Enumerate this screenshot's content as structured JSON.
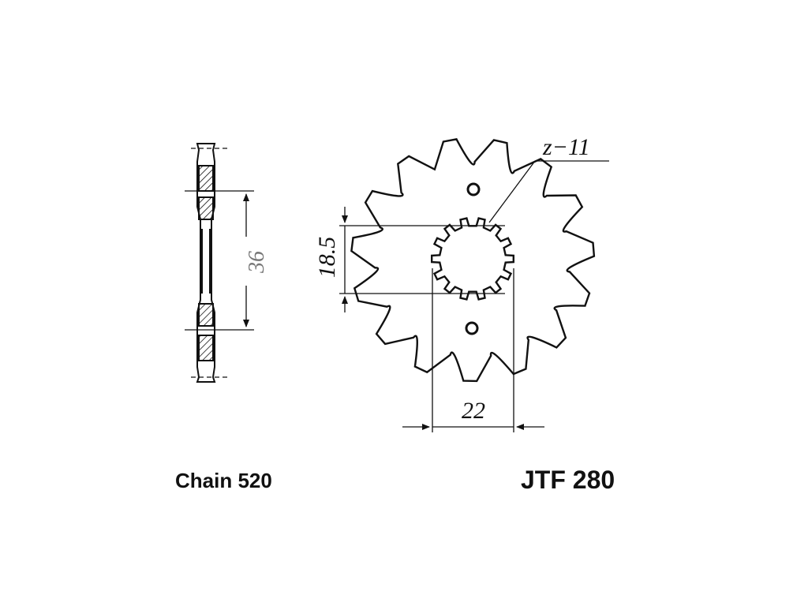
{
  "drawing": {
    "teeth_annotation": "z−11",
    "inner_diameter": "18.5",
    "spline_width": "22",
    "side_diameter": "36"
  },
  "labels": {
    "chain": "Chain 520",
    "part": "JTF 280"
  },
  "colors": {
    "line": "#111111",
    "background": "#ffffff"
  }
}
